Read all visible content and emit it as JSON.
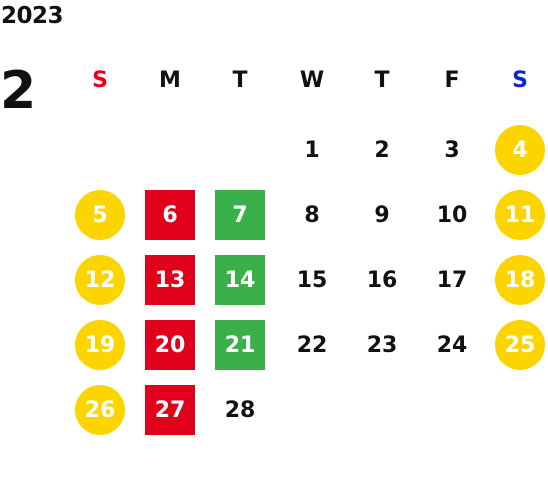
{
  "calendar": {
    "year": "2023",
    "month": "2",
    "colors": {
      "text": "#111111",
      "sunday_header": "#e8001c",
      "saturday_header": "#0b22d6",
      "weekend_marker": "#fcd400",
      "monday_marker": "#e0001b",
      "tuesday_marker": "#39b04a",
      "marker_text": "#ffffff"
    },
    "weekdays": [
      {
        "label": "S",
        "style": "sunday"
      },
      {
        "label": "M",
        "style": "plain"
      },
      {
        "label": "T",
        "style": "plain"
      },
      {
        "label": "W",
        "style": "plain"
      },
      {
        "label": "T",
        "style": "plain"
      },
      {
        "label": "F",
        "style": "plain"
      },
      {
        "label": "S",
        "style": "saturday"
      }
    ],
    "weeks": [
      [
        null,
        null,
        null,
        {
          "d": "1"
        },
        {
          "d": "2"
        },
        {
          "d": "3"
        },
        {
          "d": "4",
          "m": "weekend"
        }
      ],
      [
        {
          "d": "5",
          "m": "weekend"
        },
        {
          "d": "6",
          "m": "monday"
        },
        {
          "d": "7",
          "m": "tuesday"
        },
        {
          "d": "8"
        },
        {
          "d": "9"
        },
        {
          "d": "10"
        },
        {
          "d": "11",
          "m": "weekend"
        }
      ],
      [
        {
          "d": "12",
          "m": "weekend"
        },
        {
          "d": "13",
          "m": "monday"
        },
        {
          "d": "14",
          "m": "tuesday"
        },
        {
          "d": "15"
        },
        {
          "d": "16"
        },
        {
          "d": "17"
        },
        {
          "d": "18",
          "m": "weekend"
        }
      ],
      [
        {
          "d": "19",
          "m": "weekend"
        },
        {
          "d": "20",
          "m": "monday"
        },
        {
          "d": "21",
          "m": "tuesday"
        },
        {
          "d": "22"
        },
        {
          "d": "23"
        },
        {
          "d": "24"
        },
        {
          "d": "25",
          "m": "weekend"
        }
      ],
      [
        {
          "d": "26",
          "m": "weekend"
        },
        {
          "d": "27",
          "m": "monday"
        },
        {
          "d": "28"
        },
        null,
        null,
        null,
        null
      ]
    ]
  }
}
